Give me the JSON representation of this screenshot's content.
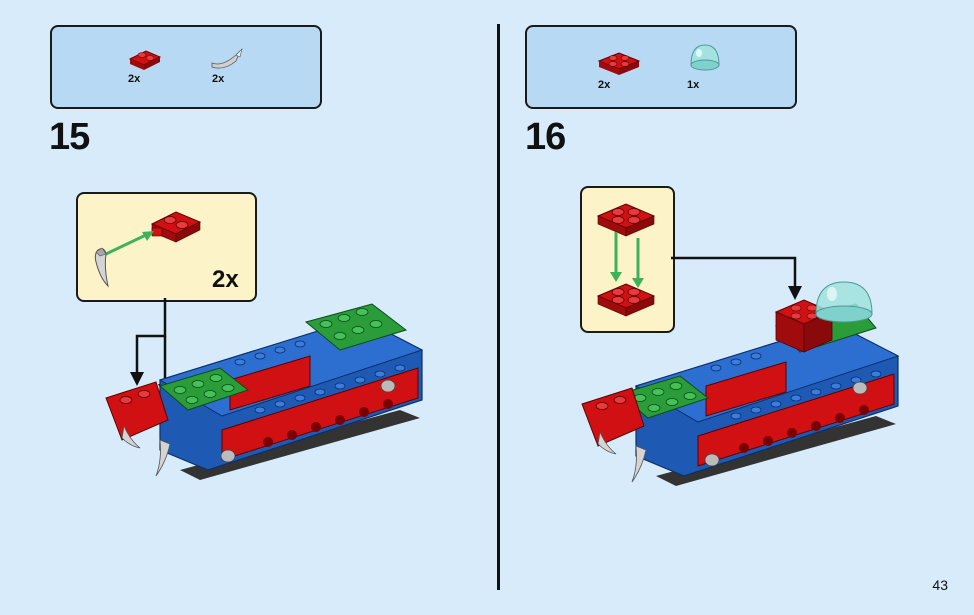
{
  "steps": [
    {
      "number": "15",
      "parts": [
        {
          "count": "2x",
          "icon": "red-plate-with-clip-icon",
          "color": "#d01012"
        },
        {
          "count": "2x",
          "icon": "grey-horn-icon",
          "color": "#c8c8c8"
        }
      ],
      "callout_multiplier": "2x"
    },
    {
      "number": "16",
      "parts": [
        {
          "count": "2x",
          "icon": "red-plate-2x2-icon",
          "color": "#d01012"
        },
        {
          "count": "1x",
          "icon": "transparent-dome-icon",
          "color": "#9fe3dd"
        }
      ]
    }
  ],
  "page_number": "43",
  "colors": {
    "background": "#d7ebfa",
    "parts_box": "#b7d9f3",
    "callout": "#fdf3c9",
    "lego_red": "#d01012",
    "lego_blue": "#1e5ab4",
    "lego_green": "#2a9d3a",
    "arrow_green": "#3cb35a"
  }
}
